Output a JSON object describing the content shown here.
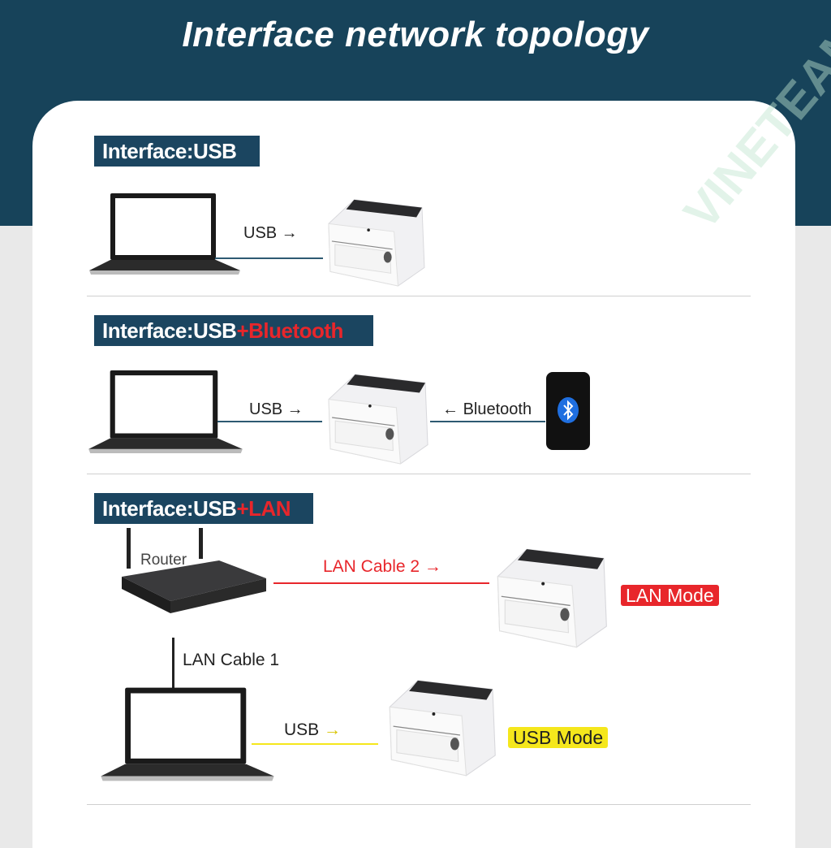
{
  "title": "Interface network topology",
  "watermark": "VINETEAM",
  "sections": [
    {
      "label_prefix": "Interface:USB",
      "label_suffix": "",
      "usb_label": "USB"
    },
    {
      "label_prefix": "Interface:USB",
      "label_suffix": "+Bluetooth",
      "usb_label": "USB",
      "bluetooth_label": "Bluetooth"
    },
    {
      "label_prefix": "Interface:USB",
      "label_suffix": "+LAN",
      "router_label": "Router",
      "lan_cable_2": "LAN Cable 2",
      "lan_cable_1": "LAN Cable 1",
      "usb_label": "USB",
      "lan_mode": "LAN Mode",
      "usb_mode": "USB Mode"
    }
  ],
  "colors": {
    "header": "#17435a",
    "label_bg": "#1b4560",
    "red": "#e8262b",
    "yellow": "#f5e71c",
    "line": "#2e5a72"
  }
}
